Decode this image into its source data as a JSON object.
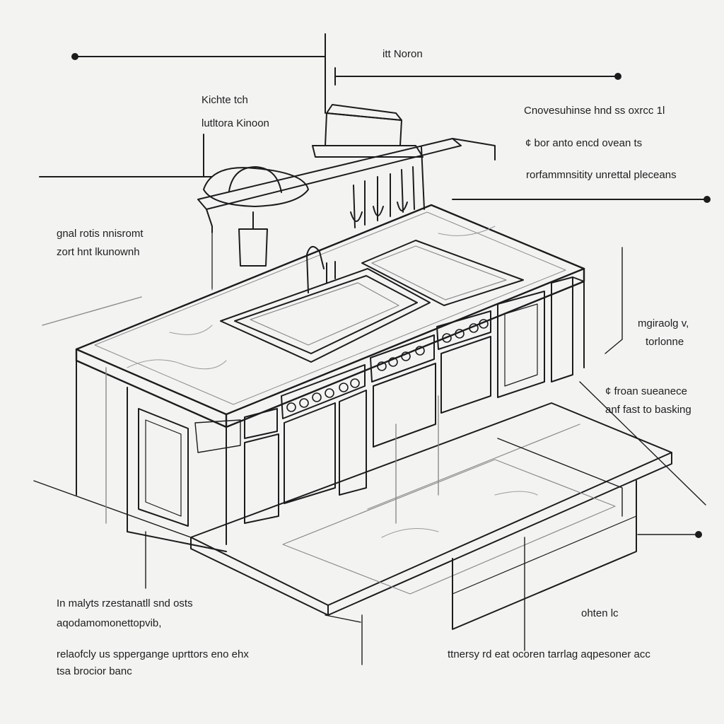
{
  "labels": {
    "top_center": "itt Noron",
    "top_left_1": "Kichte tch",
    "top_left_2": "lutltora Kinoon",
    "top_right_1": "Cnovesuhinse  hnd ss oxrcc 1l",
    "top_right_2": "¢ bor  anto encd ovean  ts",
    "top_right_3": "rorfammnsitity  unrettal pleceans",
    "mid_left_1": "gnal rotis nnisromt",
    "mid_left_2": "zort hnt  lkunownh",
    "mid_right_1": "mgiraolg v,",
    "mid_right_2": "torlonne",
    "right_lower_1": "¢ froan sueanece",
    "right_lower_2": "anf fast to basking",
    "bottom_left_1": "In  malyts rzestanatll snd osts",
    "bottom_left_2": "aqodamomonettopvib,",
    "bottom_left_3": "relaofcly us  sppergange  uprttors eno ehx",
    "bottom_left_4": "tsa brocior banc",
    "bottom_right_1": "ohten  lc",
    "bottom_right_2": "ttnersy  rd eat  ocoren  tarrlag  aqpesoner acc"
  },
  "colors": {
    "background": "#f3f3f2",
    "ink": "#1c1c1c",
    "light_ink": "#8a8a8a"
  }
}
